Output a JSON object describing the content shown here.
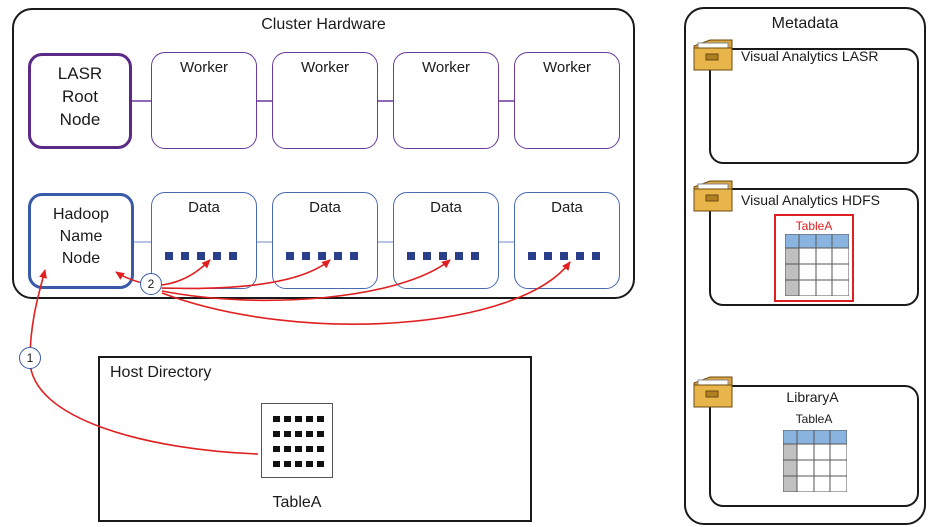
{
  "cluster": {
    "title": "Cluster Hardware",
    "root_node": "LASR\nRoot\nNode",
    "worker_label": "Worker",
    "name_node": "Hadoop\nName\nNode",
    "data_label": "Data"
  },
  "host": {
    "title": "Host Directory",
    "table_label": "TableA"
  },
  "metadata": {
    "title": "Metadata",
    "folders": [
      {
        "label": "Visual Analytics LASR"
      },
      {
        "label": "Visual Analytics HDFS",
        "table_label": "TableA"
      },
      {
        "label": "LibraryA",
        "table_label": "TableA"
      }
    ]
  },
  "steps": [
    "1",
    "2"
  ],
  "colors": {
    "lasr": "#5b2a86",
    "hadoop": "#3a5aa8",
    "arrow": "#e02020",
    "highlight": "#e02020",
    "table_header": "#8ab4e0",
    "table_side": "#c0c0c0"
  }
}
